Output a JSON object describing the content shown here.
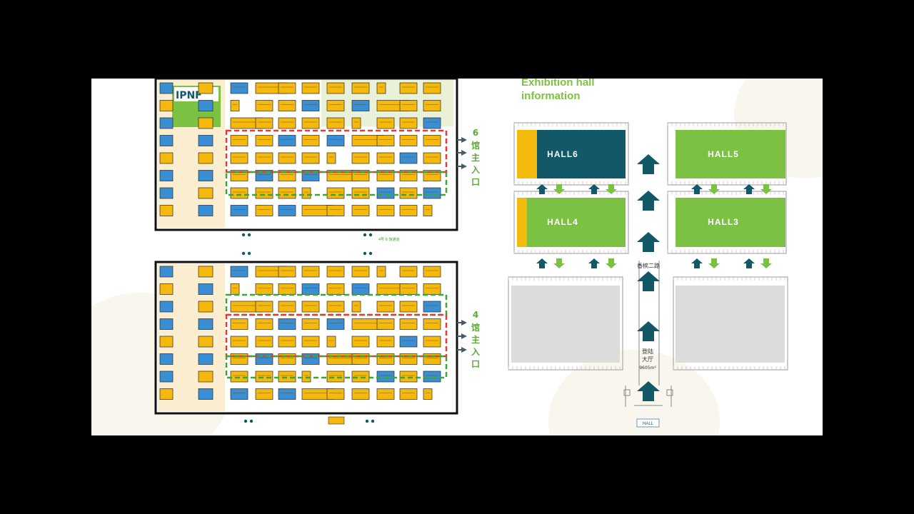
{
  "header": {
    "line1": "Exhibition hall",
    "line2": "information"
  },
  "halls": [
    {
      "label": "HALL6",
      "fill": "#135866",
      "accent": "#f5b80c"
    },
    {
      "label": "HALL5",
      "fill": "#7cc242",
      "accent": ""
    },
    {
      "label": "HALL4",
      "fill": "#7cc242",
      "accent": "#f5b80c"
    },
    {
      "label": "HALL3",
      "fill": "#7cc242",
      "accent": ""
    }
  ],
  "road_label": "香槟二路",
  "lobby": {
    "line1": "登陆",
    "line2": "大厅",
    "area": "9605m²"
  },
  "bottom_tag": "HALL",
  "floorplans": [
    {
      "entrance": [
        "6",
        "馆",
        "主",
        "入",
        "口"
      ]
    },
    {
      "entrance": [
        "4",
        "馆",
        "主",
        "入",
        "口"
      ]
    }
  ],
  "logo": "IPNF",
  "colors": {
    "booth": "#f5b80c",
    "booth_blue": "#3a8fd4",
    "dark_teal": "#135866",
    "green": "#7cc242",
    "red_dash": "#e53935"
  }
}
